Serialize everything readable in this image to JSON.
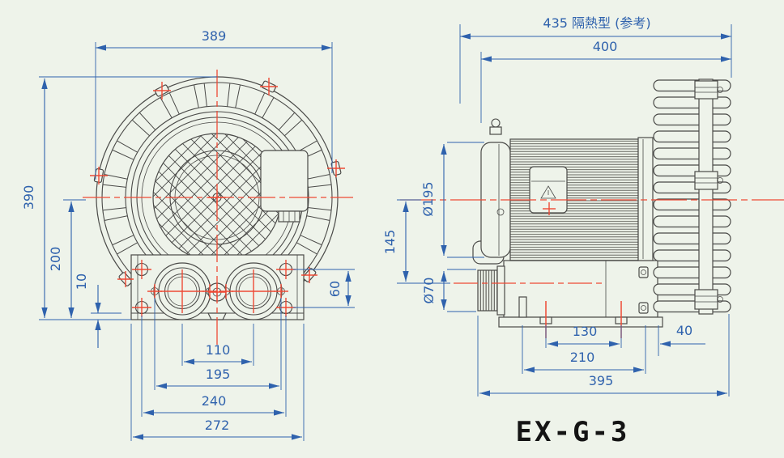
{
  "model": "EX-G-3",
  "colors": {
    "background": "#eef3ea",
    "drawing_line": "#4a4a48",
    "dimension_blue": "#2f62ad",
    "centerline_red": "#ee4a35",
    "title_black": "#141414"
  },
  "front": {
    "dim_width": "389",
    "dim_height": "390",
    "dim_center_height": "200",
    "dim_foot": "10",
    "dim_hole_v": "60",
    "dim_port_cc": "110",
    "dim_flange_cc": "195",
    "dim_hole_cc": "240",
    "dim_base_w": "272"
  },
  "side": {
    "dim_insulated": "435 隔熱型 (参考)",
    "dim_overall": "400",
    "dim_motor_dia": "Ø195",
    "dim_axis_offset": "145",
    "dim_port_dia": "Ø70",
    "dim_foot_cc": "130",
    "dim_base_len": "210",
    "dim_total_len": "395",
    "dim_end_gap": "40"
  }
}
